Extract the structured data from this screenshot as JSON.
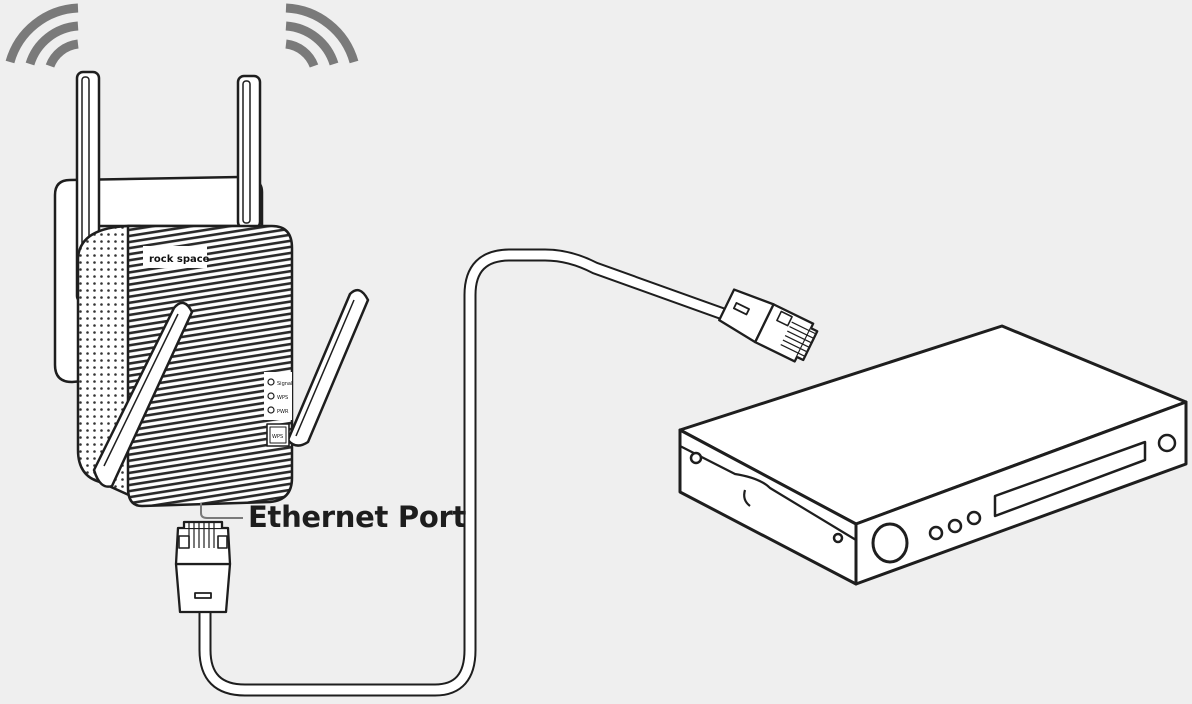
{
  "callout": {
    "label": "Ethernet Port"
  },
  "extender": {
    "brand": "rock space",
    "leds": [
      "Signal",
      "WPS",
      "PWR"
    ],
    "wps_button": "WPS"
  },
  "colors": {
    "background": "#efefef",
    "line": "#1e1e1e",
    "wifi_waves": "#7a7a7a",
    "device_fill": "#ffffff"
  }
}
